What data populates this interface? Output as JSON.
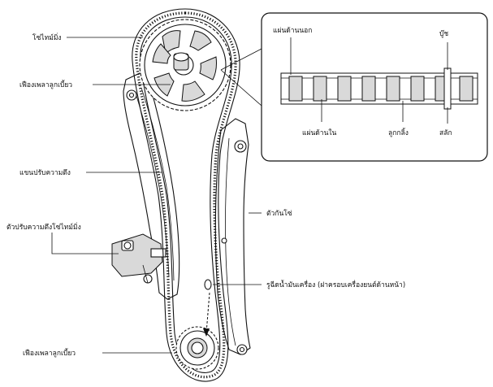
{
  "labels": {
    "timing_chain": "โซ่ไทม์มิ่ง",
    "camshaft_sprocket": "เฟืองเพลาลูกเบี้ยว",
    "tensioner_arm": "แขนปรับความตึง",
    "chain_tensioner": "ตัวปรับความตึงโซ่ไทม์มิ่ง",
    "crankshaft_sprocket": "เฟืองเพลาลูกเบี้ยว",
    "chain_guide": "ตัวกันโซ่",
    "oil_hole": "รูฉีดน้ำมันเครื่อง (ฝาครอบเครื่องยนต์ด้านหน้า)"
  },
  "inset": {
    "outer_plate": "แผ่นด้านนอก",
    "bushing": "บู๊ช",
    "inner_plate": "แผ่นด้านใน",
    "roller": "ลูกกลิ้ง",
    "pin": "สลัก"
  }
}
